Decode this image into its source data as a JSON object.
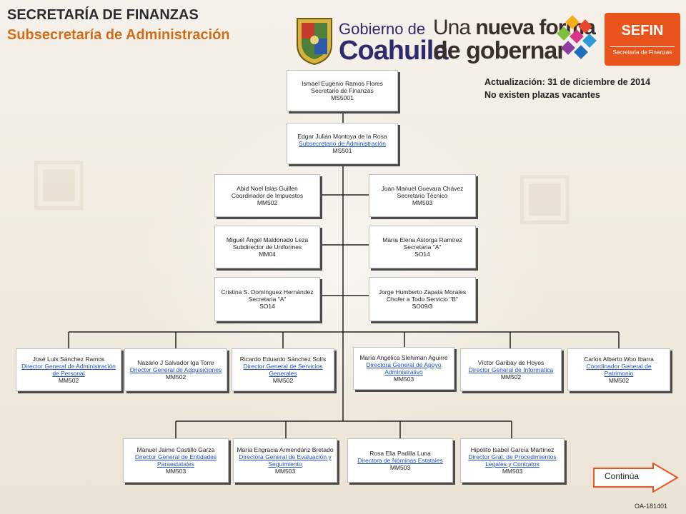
{
  "header": {
    "title": "SECRETARÍA DE FINANZAS",
    "subtitle": "Subsecretaría de Administración"
  },
  "logos": {
    "gob_line1": "Gobierno de",
    "gob_line2": "Coahuila",
    "nueva_line1_a": "Una ",
    "nueva_line1_b": "nueva forma",
    "nueva_line2": "de gobernar",
    "sefin_name": "SEFIN",
    "sefin_caption": "Secretaría de Finanzas"
  },
  "note": {
    "update": "Actualización: 31  de diciembre de 2014",
    "vacancies": "No existen plazas vacantes"
  },
  "nodes": [
    {
      "id": "n1",
      "name": "Ismael Eugenio Ramos Flores",
      "position": "Secretario de Finanzas",
      "position_link": false,
      "code": "MS5001"
    },
    {
      "id": "n2",
      "name": "Edgar Julián Montoya de la Rosa",
      "position": "Subsecretario de Administración",
      "position_link": true,
      "code": "MS501"
    },
    {
      "id": "n3",
      "name": "Abid Noel Islas Guillen",
      "position": "Coordinador de Impuestos",
      "position_link": false,
      "code": "MM502"
    },
    {
      "id": "n4",
      "name": "Juan Manuel Guevara Chávez",
      "position": "Secretario Técnico",
      "position_link": false,
      "code": "MM503"
    },
    {
      "id": "n5",
      "name": "Miguel Ángel Maldonado Leza",
      "position": "Subdirector de Uniformes",
      "position_link": false,
      "code": "MM04"
    },
    {
      "id": "n6",
      "name": "María Elena Astorga  Ramírez",
      "position": "Secretaria \"A\"",
      "position_link": false,
      "code": "SO14"
    },
    {
      "id": "n7",
      "name": "Cristina  S. Domínguez Hernández",
      "position": "Secretaria  \"A\"",
      "position_link": false,
      "code": "SO14"
    },
    {
      "id": "n8",
      "name": "Jorge Humberto Zapata Morales",
      "position": "Chofer a Todo Servicio  \"B\"",
      "position_link": false,
      "code": "SO09/3"
    },
    {
      "id": "n9",
      "name": "José Luis Sánchez Ramos",
      "position": "Director General de Administración de Personal",
      "position_link": true,
      "code": "MM502"
    },
    {
      "id": "n10",
      "name": "Nazario J Salvador Iga Torre",
      "position": "Director General de Adquisiciones",
      "position_link": true,
      "code": "MM502"
    },
    {
      "id": "n11",
      "name": "Ricardo Eduardo Sánchez Solís",
      "position": "Director General de Servicios Generales",
      "position_link": true,
      "code": "MM502"
    },
    {
      "id": "n12",
      "name": "María Angélica  Slehiman Aguirre",
      "position": "Directora General de Apoyo Administrativo",
      "position_link": true,
      "code": "MM503"
    },
    {
      "id": "n13",
      "name": "Víctor Garibay de Hoyos",
      "position": "Director General de Informática",
      "position_link": true,
      "code": "MM502"
    },
    {
      "id": "n14",
      "name": "Carlos Alberto Woo Ibarra",
      "position": "Coordinador General de Patrimonio",
      "position_link": true,
      "code": "MM502"
    },
    {
      "id": "n15",
      "name": "Manuel Jaime Castillo Garza",
      "position": "Director General de Entidades Paraestatales",
      "position_link": true,
      "code": "MM503"
    },
    {
      "id": "n16",
      "name": "María Engracia Armendáriz Bretado",
      "position": "Directora General de Evaluación y Seguimiento",
      "position_link": true,
      "code": "MM503"
    },
    {
      "id": "n17",
      "name": "Rosa Elia Padilla Luna",
      "position": "Directora de Nóminas Estatales",
      "position_link": true,
      "code": "MM503"
    },
    {
      "id": "n18",
      "name": "Hipólito Isabel García Martínez",
      "position": "Director Gral. de Procedimientos Legales y Contratos",
      "position_link": true,
      "code": "MM503"
    }
  ],
  "continue": {
    "label": "Continúa"
  },
  "doc_code": "OA-181401",
  "colors": {
    "title": "#2b2b2b",
    "subtitle": "#d66a13",
    "link": "#1f4fc4",
    "sefin": "#e8541b",
    "arrow": "#e8541b"
  }
}
